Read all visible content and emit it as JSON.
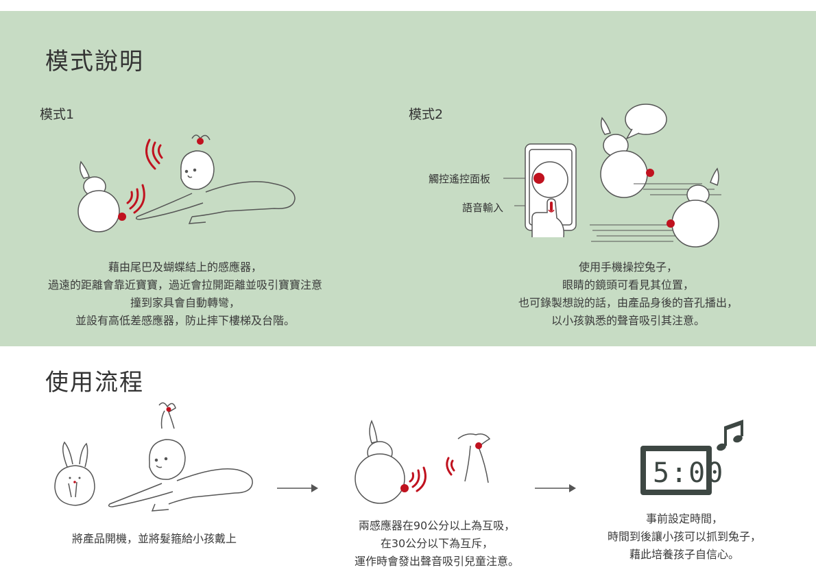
{
  "mode_section": {
    "title": "模式說明",
    "mode1": {
      "label": "模式1",
      "description": [
        "藉由尾巴及蝴蝶結上的感應器，",
        "過遠的距離會靠近寶寶，過近會拉開距離並吸引寶寶注意",
        "撞到家具會自動轉彎，",
        "並設有高低差感應器，防止摔下樓梯及台階。"
      ]
    },
    "mode2": {
      "label": "模式2",
      "touch_panel_label": "觸控遙控面板",
      "voice_input_label": "語音輸入",
      "description": [
        "使用手機操控兔子，",
        "眼睛的鏡頭可看見其位置，",
        "也可錄製想說的話，由產品身後的音孔播出，",
        "以小孩孰悉的聲音吸引其注意。"
      ]
    }
  },
  "flow_section": {
    "title": "使用流程",
    "steps": [
      {
        "lines": [
          "將產品開機，並將髮箍給小孩戴上"
        ]
      },
      {
        "lines": [
          "兩感應器在90公分以上為互吸，",
          "在30公分以下為互斥，",
          "運作時會發出聲音吸引兒童注意。"
        ]
      },
      {
        "lines": [
          "事前設定時間，",
          "時間到後讓小孩可以抓到兔子，",
          "藉此培養孩子自信心。"
        ]
      }
    ],
    "clock_display": "5:00"
  },
  "colors": {
    "panel": "#c7dcc4",
    "accent": "#c0121f",
    "line": "#555555",
    "clock": "#3d4743"
  }
}
